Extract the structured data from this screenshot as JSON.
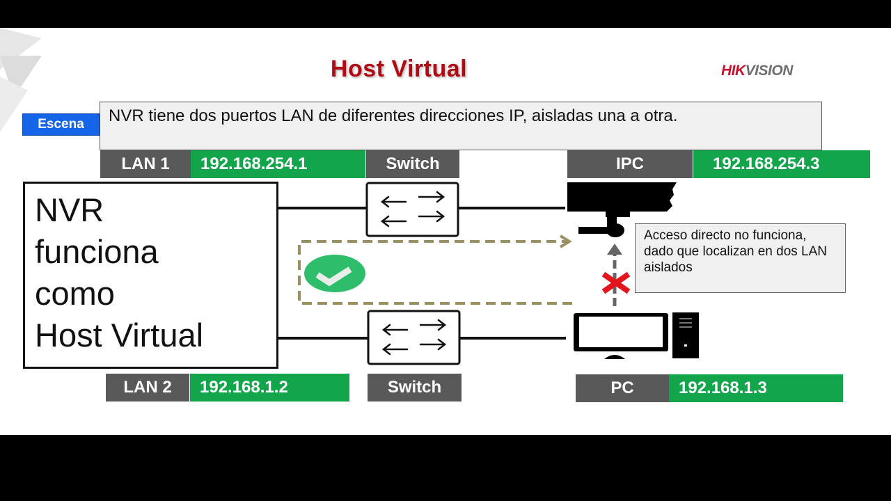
{
  "slide": {
    "title": "Host Virtual",
    "logo": {
      "part1": "HIK",
      "part2": "VISION"
    },
    "scene": {
      "tag": "Escena",
      "description": "NVR tiene dos puertos LAN de diferentes direcciones IP, aisladas  una a otra."
    },
    "nvr_box": {
      "lines": [
        "NVR",
        "funciona",
        "como",
        "Host Virtual"
      ]
    },
    "lan1": {
      "label": "LAN 1",
      "ip": "192.168.254.1",
      "switch_label": "Switch"
    },
    "lan2": {
      "label": "LAN 2",
      "ip": "192.168.1.2",
      "switch_label": "Switch"
    },
    "ipc": {
      "label": "IPC",
      "ip": "192.168.254.3"
    },
    "pc": {
      "label": "PC",
      "ip": "192.168.1.3"
    },
    "note": "Acceso directo no funciona, dado que localizan en dos LAN aislados",
    "icons": {
      "success": "check-circle-icon",
      "failure": "red-x-icon",
      "camera": "ip-camera-icon",
      "computer": "desktop-computer-icon",
      "switch": "network-switch-icon"
    },
    "colors": {
      "title": "#b00a14",
      "label_gray": "#595959",
      "ip_green": "#13a54b",
      "scene_blue": "#1565e8",
      "path_dashed": "#9a9060",
      "check_green": "#2ebd6b",
      "x_red": "#e3141c"
    }
  }
}
